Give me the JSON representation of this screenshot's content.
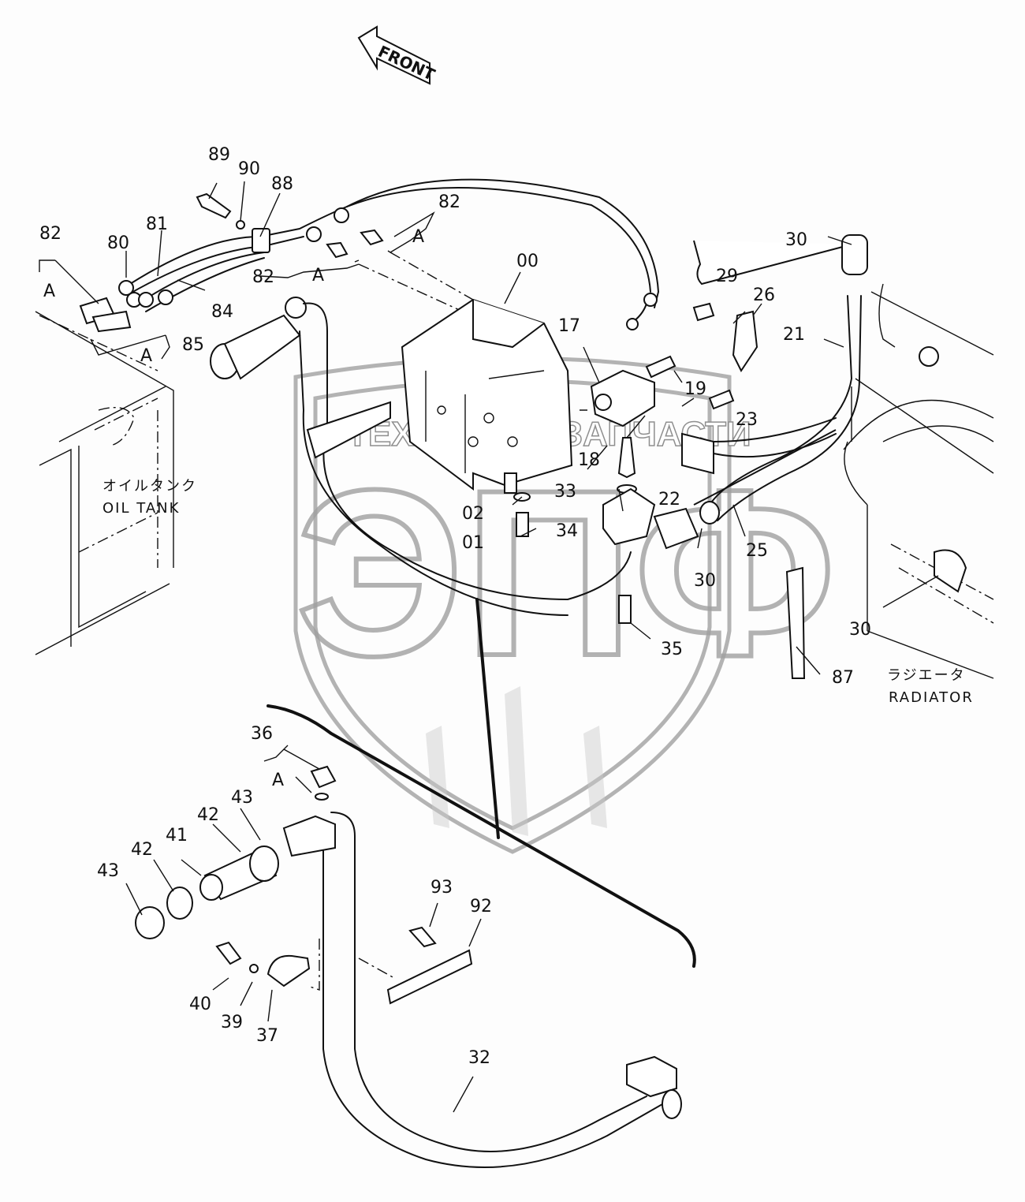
{
  "diagram": {
    "orientation_marker": {
      "label": "FRONT",
      "icon": "arrow-left-icon"
    },
    "components": [
      {
        "id": "oil-tank",
        "label_jp": "オイルタンク",
        "label_en": "OIL TANK"
      },
      {
        "id": "radiator",
        "label_jp": "ラジエータ",
        "label_en": "RADIATOR"
      }
    ],
    "watermark": {
      "text": "ТЕХНИКА ⚙ ЗАПЧАСТИ",
      "logo": "ЭПФ"
    },
    "callouts": [
      {
        "id": "c89",
        "text": "89"
      },
      {
        "id": "c90",
        "text": "90"
      },
      {
        "id": "c88",
        "text": "88"
      },
      {
        "id": "c82a",
        "text": "82"
      },
      {
        "id": "c82b",
        "text": "82"
      },
      {
        "id": "c82c",
        "text": "82"
      },
      {
        "id": "c81",
        "text": "81"
      },
      {
        "id": "c80",
        "text": "80"
      },
      {
        "id": "c84",
        "text": "84"
      },
      {
        "id": "c85",
        "text": "85"
      },
      {
        "id": "cA1",
        "text": "A"
      },
      {
        "id": "cA2",
        "text": "A"
      },
      {
        "id": "cA3",
        "text": "A"
      },
      {
        "id": "cA4",
        "text": "A"
      },
      {
        "id": "cA5",
        "text": "A"
      },
      {
        "id": "c00",
        "text": "00"
      },
      {
        "id": "c17",
        "text": "17"
      },
      {
        "id": "c18",
        "text": "18"
      },
      {
        "id": "c19",
        "text": "19"
      },
      {
        "id": "c23",
        "text": "23"
      },
      {
        "id": "c29",
        "text": "29"
      },
      {
        "id": "c26",
        "text": "26"
      },
      {
        "id": "c21",
        "text": "21"
      },
      {
        "id": "c30a",
        "text": "30"
      },
      {
        "id": "c30b",
        "text": "30"
      },
      {
        "id": "c30c",
        "text": "30"
      },
      {
        "id": "c33",
        "text": "33"
      },
      {
        "id": "c22",
        "text": "22"
      },
      {
        "id": "c34",
        "text": "34"
      },
      {
        "id": "c02",
        "text": "02"
      },
      {
        "id": "c01",
        "text": "01"
      },
      {
        "id": "c25",
        "text": "25"
      },
      {
        "id": "c35",
        "text": "35"
      },
      {
        "id": "c87",
        "text": "87"
      },
      {
        "id": "c36",
        "text": "36"
      },
      {
        "id": "c43a",
        "text": "43"
      },
      {
        "id": "c42a",
        "text": "42"
      },
      {
        "id": "c41",
        "text": "41"
      },
      {
        "id": "c42b",
        "text": "42"
      },
      {
        "id": "c43b",
        "text": "43"
      },
      {
        "id": "c93",
        "text": "93"
      },
      {
        "id": "c92",
        "text": "92"
      },
      {
        "id": "c40",
        "text": "40"
      },
      {
        "id": "c39",
        "text": "39"
      },
      {
        "id": "c37",
        "text": "37"
      },
      {
        "id": "c32",
        "text": "32"
      }
    ]
  }
}
